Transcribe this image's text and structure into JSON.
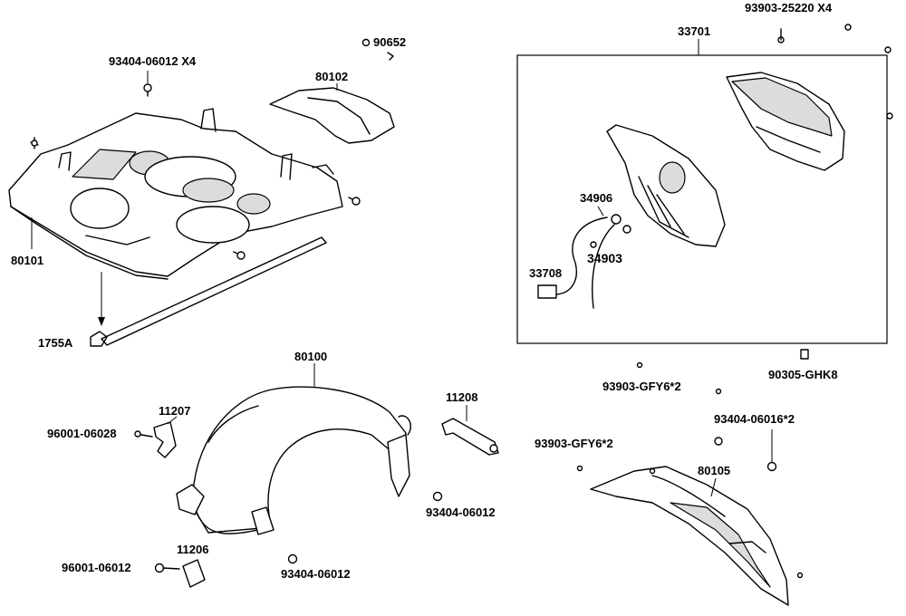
{
  "colors": {
    "ink": "#000000",
    "paper": "#ffffff",
    "shade": "#dcdcdc"
  },
  "labels": {
    "p80101": "80101",
    "p80102": "80102",
    "p90652": "90652",
    "p93404_06012_x4": "93404-06012 X4",
    "p1755a": "1755A",
    "p33701": "33701",
    "p93903_25220_x4": "93903-25220 X4",
    "p34906": "34906",
    "p34903": "34903",
    "p33708": "33708",
    "p80100": "80100",
    "p11208": "11208",
    "p11207": "11207",
    "p96001_06028": "96001-06028",
    "p93404_06012_a": "93404-06012",
    "p11206": "11206",
    "p96001_06012": "96001-06012",
    "p93404_06012_b": "93404-06012",
    "p93903_gfy6_2_a": "93903-GFY6*2",
    "p90305_ghk8": "90305-GHK8",
    "p93404_06016_2": "93404-06016*2",
    "p93903_gfy6_2_b": "93903-GFY6*2",
    "p80105": "80105"
  }
}
